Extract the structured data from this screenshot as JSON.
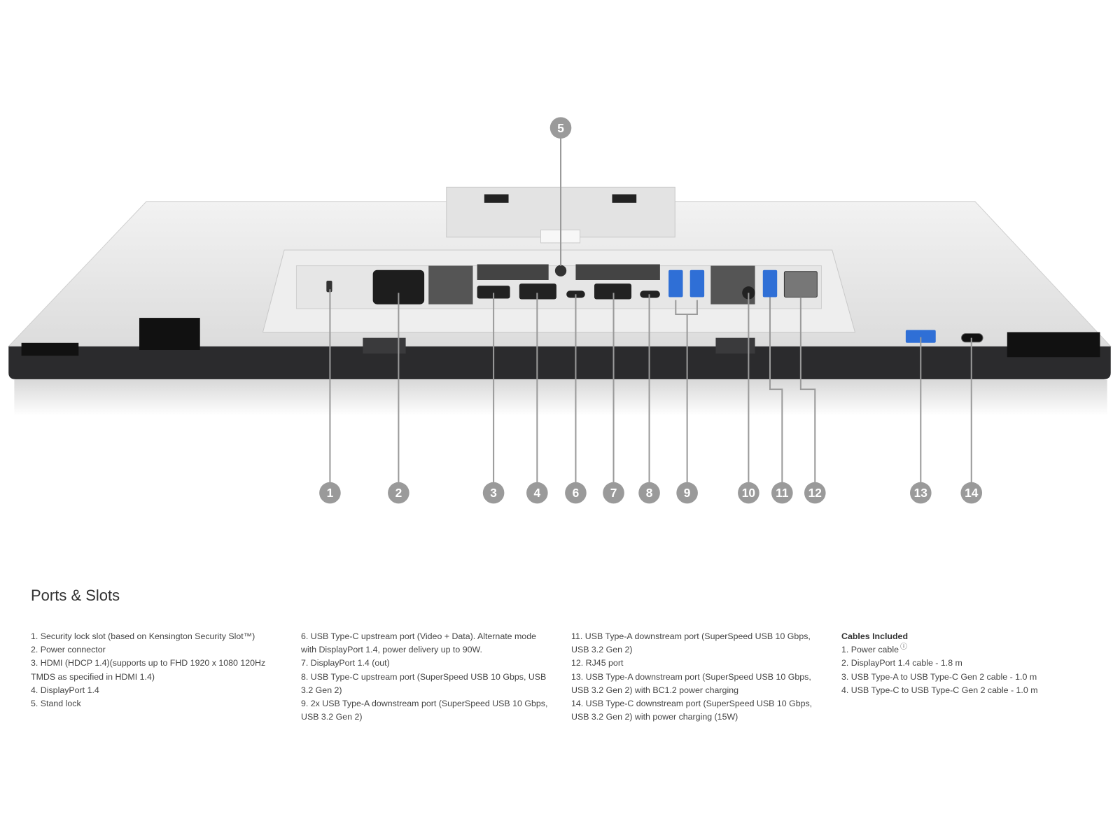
{
  "section_title": "Ports & Slots",
  "callouts": [
    "1",
    "2",
    "3",
    "4",
    "5",
    "6",
    "7",
    "8",
    "9",
    "10",
    "11",
    "12",
    "13",
    "14"
  ],
  "columns": [
    [
      "1. Security lock slot (based on Kensington Security Slot™)",
      "2. Power connector",
      "3. HDMI (HDCP 1.4)(supports up to FHD 1920 x 1080 120Hz TMDS as specified in HDMI 1.4)",
      "4. DisplayPort 1.4",
      "5. Stand lock"
    ],
    [
      "6. USB Type-C upstream port (Video + Data). Alternate mode with DisplayPort 1.4, power delivery up to 90W.",
      "7. DisplayPort 1.4 (out)",
      "8. USB Type-C upstream port (SuperSpeed USB 10 Gbps, USB 3.2 Gen 2)",
      "9. 2x USB Type-A downstream port (SuperSpeed USB 10 Gbps, USB 3.2 Gen 2)"
    ],
    [
      "11. USB Type-A downstream port (SuperSpeed USB 10 Gbps, USB 3.2 Gen 2)",
      "12. RJ45 port",
      "13. USB Type-A downstream port (SuperSpeed USB 10 Gbps, USB 3.2 Gen 2) with BC1.2 power charging",
      "14. USB Type-C downstream port (SuperSpeed USB 10 Gbps, USB 3.2 Gen 2) with power charging (15W)"
    ]
  ],
  "cables": {
    "header": "Cables Included",
    "items": [
      "1. Power cable",
      "2. DisplayPort 1.4 cable - 1.8 m",
      "3. USB Type-A to USB Type-C Gen 2 cable - 1.0 m",
      "4. USB Type-C to USB Type-C Gen 2 cable - 1.0 m"
    ],
    "info_icon": "ⓘ"
  },
  "colors": {
    "usb_blue": "#2f6fd6",
    "callout": "#9a9a9a",
    "chassis_dark": "#2b2b2d"
  }
}
